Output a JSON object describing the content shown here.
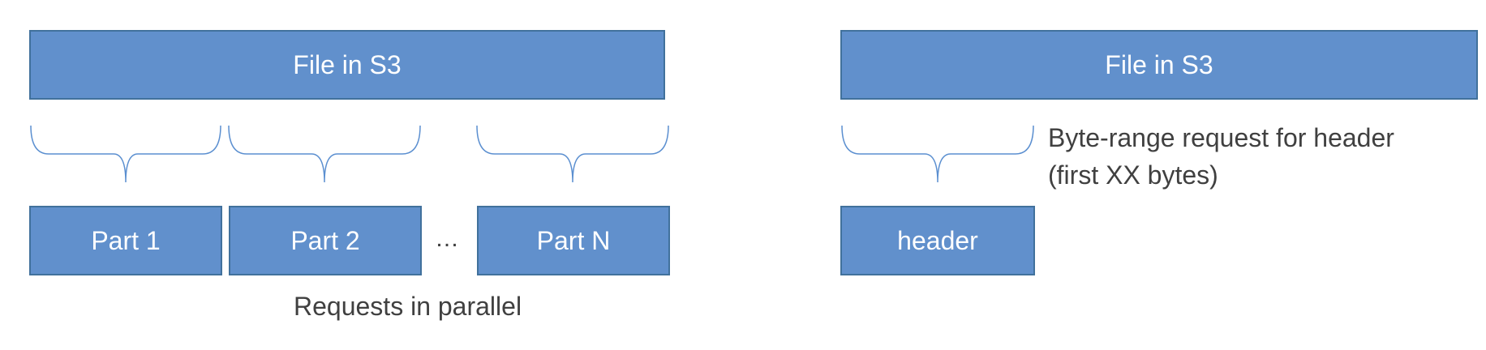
{
  "left": {
    "file_label": "File in S3",
    "parts": [
      "Part 1",
      "Part 2",
      "Part N"
    ],
    "ellipsis": "…",
    "caption": "Requests in parallel"
  },
  "right": {
    "file_label": "File in S3",
    "header_label": "header",
    "note_line1": "Byte-range request for header",
    "note_line2": "(first XX bytes)"
  },
  "colors": {
    "box_fill": "#6190cc",
    "box_border": "#41719c",
    "brace_stroke": "#5b8fd0",
    "text": "#404040"
  }
}
